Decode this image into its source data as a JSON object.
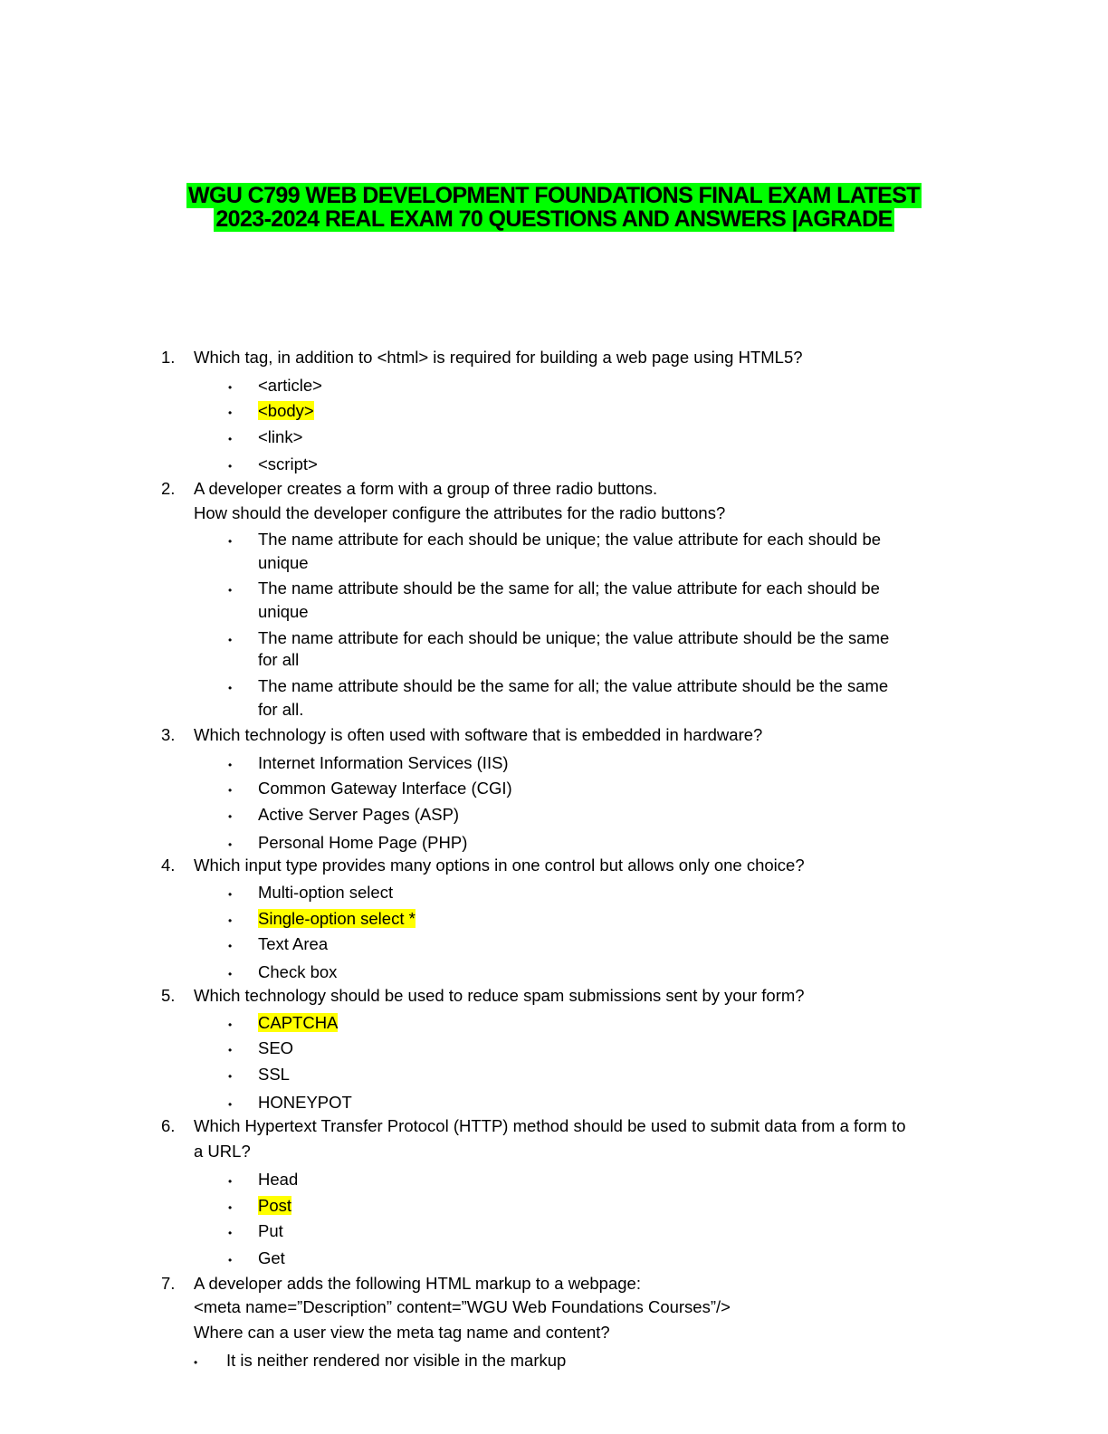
{
  "title": {
    "line1": "WGU C799 WEB DEVELOPMENT FOUNDATIONS FINAL EXAM LATEST",
    "line2": "2023-2024 REAL EXAM 70 QUESTIONS AND ANSWERS |AGRADE",
    "highlight_color": "#00ff00"
  },
  "answer_highlight_color": "#ffff00",
  "bullet": "•",
  "questions": [
    {
      "number": "1.",
      "lines": [
        "Which tag, in addition to <html> is required for building a web page using HTML5?"
      ],
      "options": [
        {
          "lines": [
            "<article>"
          ]
        },
        {
          "lines": [
            "<body>"
          ],
          "highlighted": true
        },
        {
          "lines": [
            "<link>"
          ]
        },
        {
          "lines": [
            "<script>"
          ]
        }
      ]
    },
    {
      "number": "2.",
      "lines": [
        "A developer creates a form with a group of three radio buttons.",
        "How should the developer configure the attributes for the radio buttons?"
      ],
      "options": [
        {
          "lines": [
            "The name attribute for each should be unique; the value attribute for each should be",
            "unique"
          ]
        },
        {
          "lines": [
            "The name attribute should be the same for all; the value attribute for each should be",
            "unique"
          ]
        },
        {
          "lines": [
            "The name attribute for each should be unique; the value attribute should be the same",
            "for all"
          ]
        },
        {
          "lines": [
            "The name attribute should be the same for all; the value attribute should be the same",
            "for all."
          ]
        }
      ]
    },
    {
      "number": "3.",
      "lines": [
        "Which technology is often used with software that is embedded in hardware?"
      ],
      "options": [
        {
          "lines": [
            "Internet Information Services (IIS)"
          ]
        },
        {
          "lines": [
            "Common Gateway Interface (CGI)"
          ]
        },
        {
          "lines": [
            "Active Server Pages (ASP)"
          ]
        },
        {
          "lines": [
            "Personal Home Page (PHP)"
          ]
        }
      ]
    },
    {
      "number": "4.",
      "lines": [
        "Which input type provides many options in one control but allows only one choice?"
      ],
      "options": [
        {
          "lines": [
            "Multi-option select"
          ]
        },
        {
          "lines": [
            "Single-option select *"
          ],
          "highlighted": true
        },
        {
          "lines": [
            "Text Area"
          ]
        },
        {
          "lines": [
            "Check box"
          ]
        }
      ]
    },
    {
      "number": "5.",
      "lines": [
        "Which technology should be used to reduce spam submissions sent by your form?"
      ],
      "options": [
        {
          "lines": [
            "CAPTCHA"
          ],
          "highlighted": true
        },
        {
          "lines": [
            "SEO"
          ]
        },
        {
          "lines": [
            "SSL"
          ]
        },
        {
          "lines": [
            "HONEYPOT"
          ]
        }
      ]
    },
    {
      "number": "6.",
      "lines": [
        "Which Hypertext Transfer Protocol (HTTP) method should be used to submit data from a form to",
        "a URL?"
      ],
      "options": [
        {
          "lines": [
            "Head"
          ]
        },
        {
          "lines": [
            "Post"
          ],
          "highlighted": true
        },
        {
          "lines": [
            "Put"
          ]
        },
        {
          "lines": [
            "Get"
          ]
        }
      ]
    },
    {
      "number": "7.",
      "lines": [
        "A developer adds the following HTML markup to a webpage:",
        "<meta name=”Description” content=”WGU Web Foundations Courses”/>",
        "Where can a user view the meta tag name and content?"
      ],
      "options": [
        {
          "lines": [
            "It is neither rendered nor visible in the markup"
          ]
        }
      ]
    }
  ]
}
